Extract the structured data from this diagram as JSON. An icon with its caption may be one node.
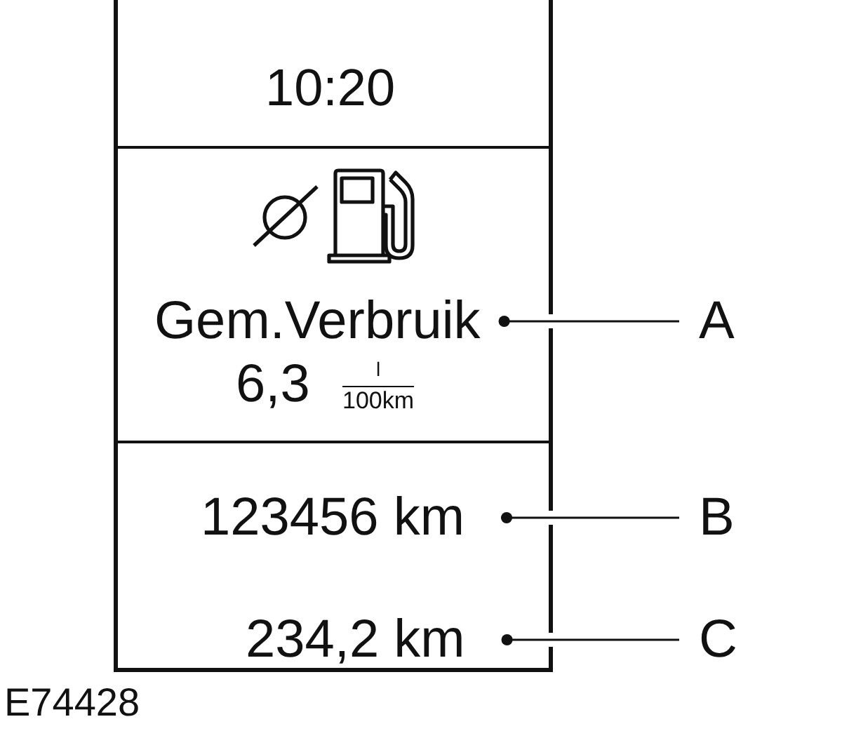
{
  "diagram": {
    "nodes": [
      {
        "text": [
          "10:20"
        ]
      },
      {
        "text": [
          "6,3",
          "l",
          "100km"
        ]
      },
      {
        "text": [
          "Gem.Verbruik"
        ],
        "in": 1
      },
      {
        "text": [],
        "shape": "box"
      },
      {
        "text": [
          "123456 km"
        ],
        "in": 3
      },
      {
        "text": [
          "234,2 km"
        ],
        "in": 3
      },
      {
        "text": [
          "A"
        ]
      },
      {
        "text": [
          "B"
        ]
      },
      {
        "text": [
          "C"
        ]
      }
    ],
    "edges": [
      {
        "from": 6,
        "to": 2,
        "arrow": "other"
      },
      {
        "from": 7,
        "to": 4,
        "arrow": "other"
      },
      {
        "from": 8,
        "to": 5,
        "arrow": "other"
      }
    ],
    "labels": [
      "E74428"
    ]
  }
}
